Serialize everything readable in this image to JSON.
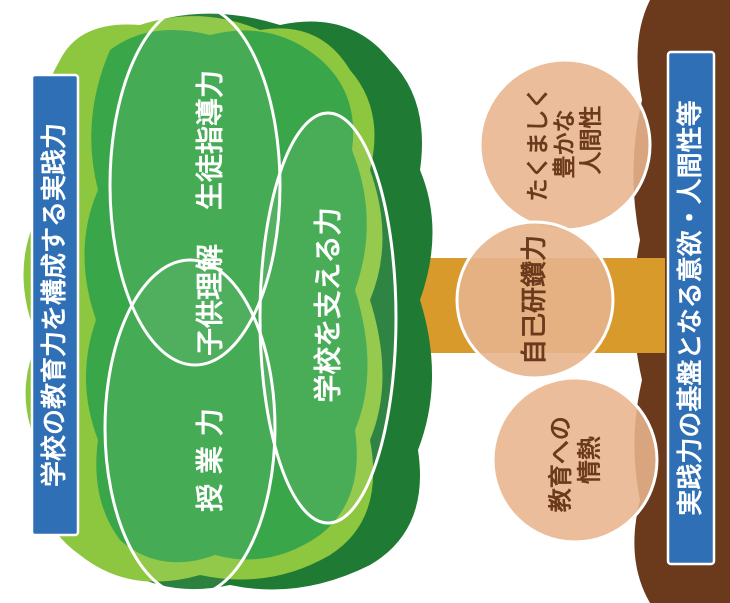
{
  "colors": {
    "canopy_light": "#8dc63f",
    "canopy_mid": "#3aa64a",
    "canopy_dark": "#1f7a33",
    "trunk": "#d89a2b",
    "ground": "#6b3a1c",
    "circle_fill": "#e8b48c",
    "circle_text": "#6b3a1c",
    "banner": "#2f6fb5",
    "banner_text": "#ffffff",
    "white": "#ffffff"
  },
  "canopy_banner": {
    "text": "学校の教育力を構成する実践力"
  },
  "canopy_labels": {
    "student_guidance": "生徒指導力",
    "child_understanding": "子供理解",
    "teaching": "授 業 力",
    "school_support": "学校を支える力"
  },
  "foundation_banner": {
    "text": "実践力の基盤となる意欲・人間性等"
  },
  "foundation_circles": {
    "humanity": "たくましく豊かな人間性",
    "self_improvement": "自己研鑽力",
    "passion": "教育への情熱"
  }
}
